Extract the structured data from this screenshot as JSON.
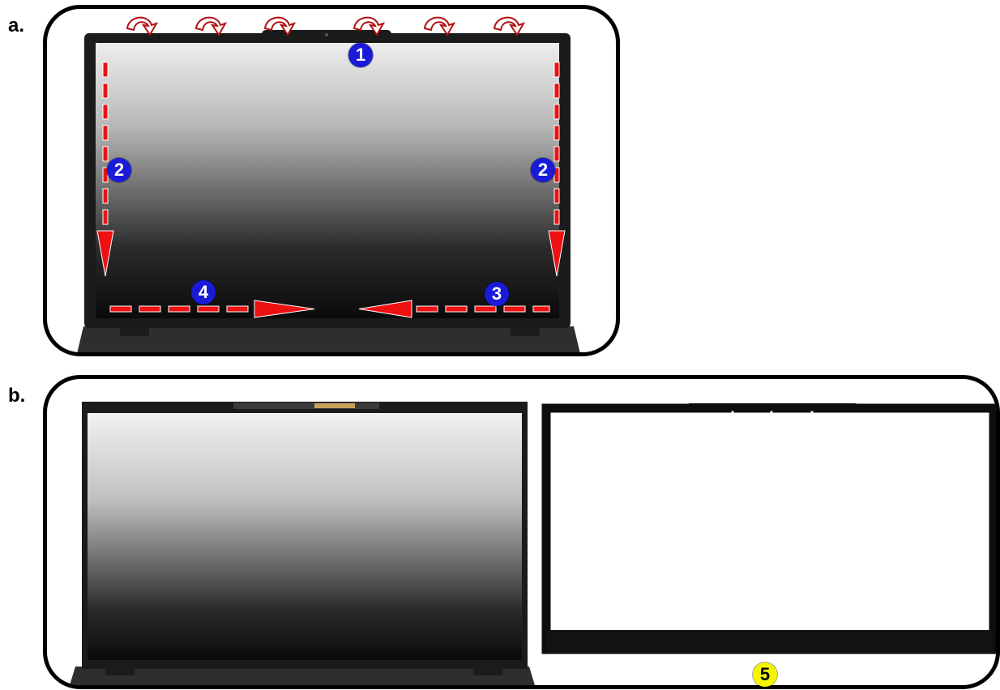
{
  "panels": {
    "a": {
      "label": "a."
    },
    "b": {
      "label": "b."
    }
  },
  "callouts": {
    "c1": "1",
    "c2_left": "2",
    "c2_right": "2",
    "c3": "3",
    "c4": "4",
    "c5": "5"
  },
  "colors": {
    "callout_blue": "#1a1ad8",
    "callout_yellow": "#f5f500",
    "arrow_red": "#ee1111"
  },
  "icons": {
    "top_clips": "curved-arrow-icon",
    "side_arrows": "dashed-arrow-down-icon",
    "bottom_arrows": "dashed-arrow-horizontal-icon"
  }
}
